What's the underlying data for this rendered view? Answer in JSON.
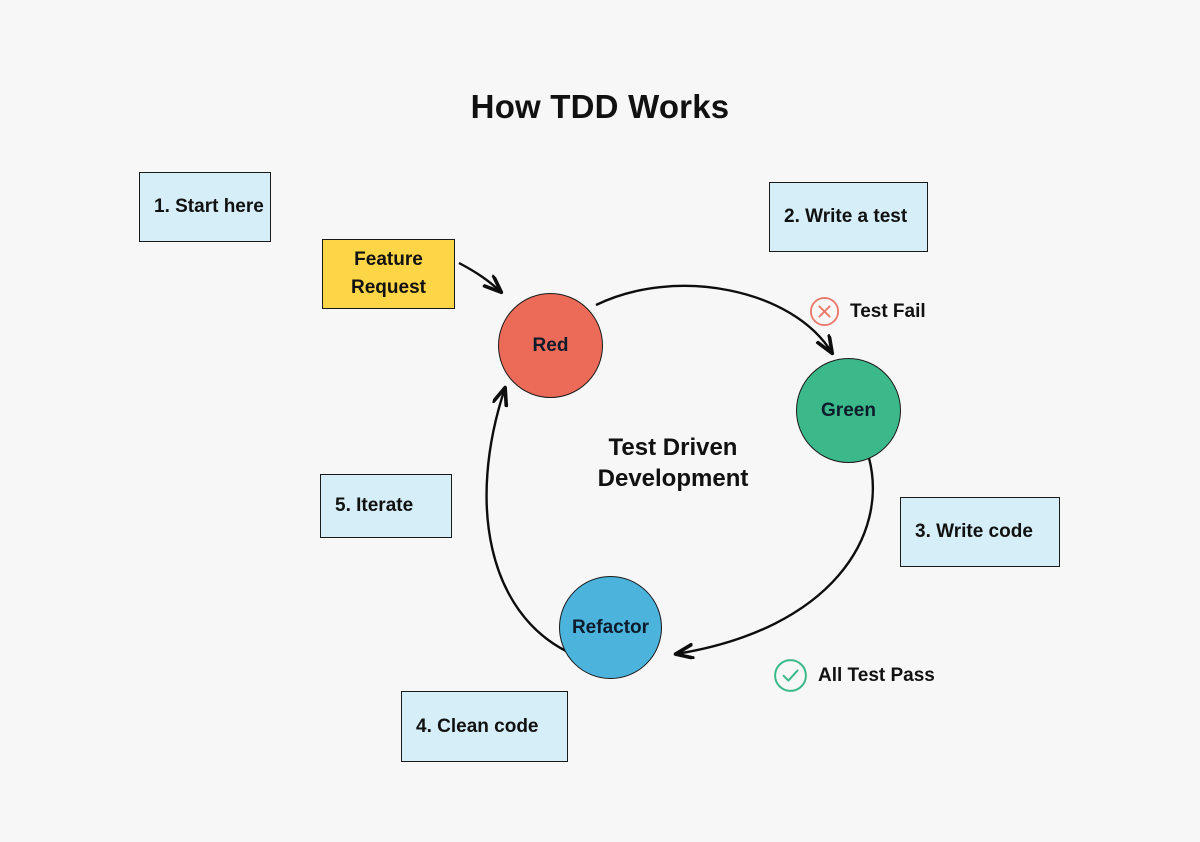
{
  "page": {
    "title": "How TDD Works",
    "background_color": "#f7f7f7"
  },
  "diagram": {
    "center_label_line1": "Test Driven",
    "center_label_line2": "Development",
    "feature_box": {
      "line1": "Feature",
      "line2": "Request",
      "fill_color": "#fcd646"
    },
    "nodes": [
      {
        "id": "red",
        "label": "Red",
        "fill_color": "#ec6a58"
      },
      {
        "id": "green",
        "label": "Green",
        "fill_color": "#3bb98a"
      },
      {
        "id": "refactor",
        "label": "Refactor",
        "fill_color": "#4bb3dc"
      }
    ],
    "steps": [
      {
        "id": "step-1",
        "label": "1. Start here"
      },
      {
        "id": "step-2",
        "label": "2. Write a test"
      },
      {
        "id": "step-3",
        "label": "3. Write code"
      },
      {
        "id": "step-4",
        "label": "4. Clean code"
      },
      {
        "id": "step-5",
        "label": "5. Iterate"
      }
    ],
    "step_box_fill_color": "#d5eef7",
    "annotations": [
      {
        "id": "test-fail",
        "label": "Test Fail",
        "icon": "circle-x-icon",
        "icon_color": "#ea7a6c"
      },
      {
        "id": "all-test-pass",
        "label": "All Test Pass",
        "icon": "circle-check-icon",
        "icon_color": "#3bb98a"
      }
    ]
  }
}
